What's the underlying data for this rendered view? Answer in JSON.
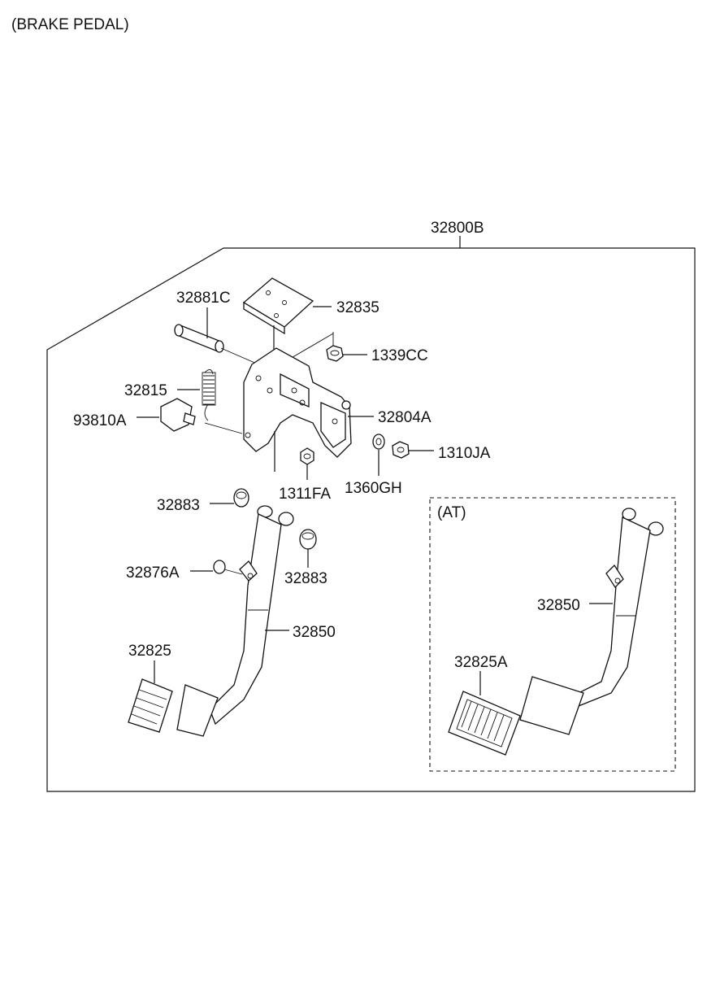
{
  "title": "(BRAKE PEDAL)",
  "assembly_label": "32800B",
  "at_box_label": "(AT)",
  "labels": {
    "p32881C": "32881C",
    "p32835": "32835",
    "p1339CC": "1339CC",
    "p32815": "32815",
    "p93810A": "93810A",
    "p32804A": "32804A",
    "p1310JA": "1310JA",
    "p1311FA": "1311FA",
    "p1360GH": "1360GH",
    "p32883a": "32883",
    "p32883b": "32883",
    "p32876A": "32876A",
    "p32850": "32850",
    "p32825": "32825",
    "p32850at": "32850",
    "p32825A": "32825A"
  }
}
